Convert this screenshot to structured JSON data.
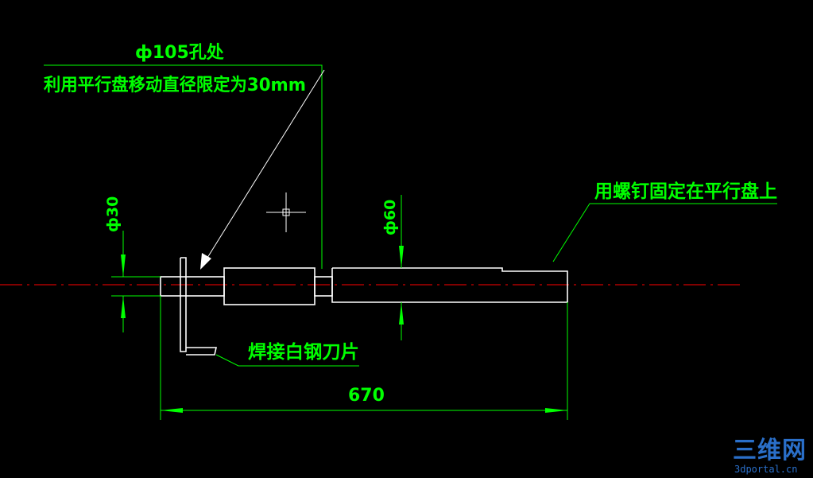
{
  "drawing": {
    "background": "#000000",
    "colors": {
      "dimension": "#00ff00",
      "annotation_text": "#00ff00",
      "leader": "#ffffff",
      "outline": "#ffffff",
      "centerline": "#ff0000",
      "cursor": "#ffffff"
    },
    "annotations": {
      "hole_title": "ф105孔处",
      "hole_note": "利用平行盘移动直径限定为30mm",
      "screw_note": "用螺钉固定在平行盘上",
      "weld_note": "焊接白钢刀片"
    },
    "dimensions": {
      "dia_left": "ф30",
      "dia_right": "ф60",
      "length": "670"
    }
  },
  "watermark": {
    "brand": "三维网",
    "url": "3dportal.cn"
  }
}
